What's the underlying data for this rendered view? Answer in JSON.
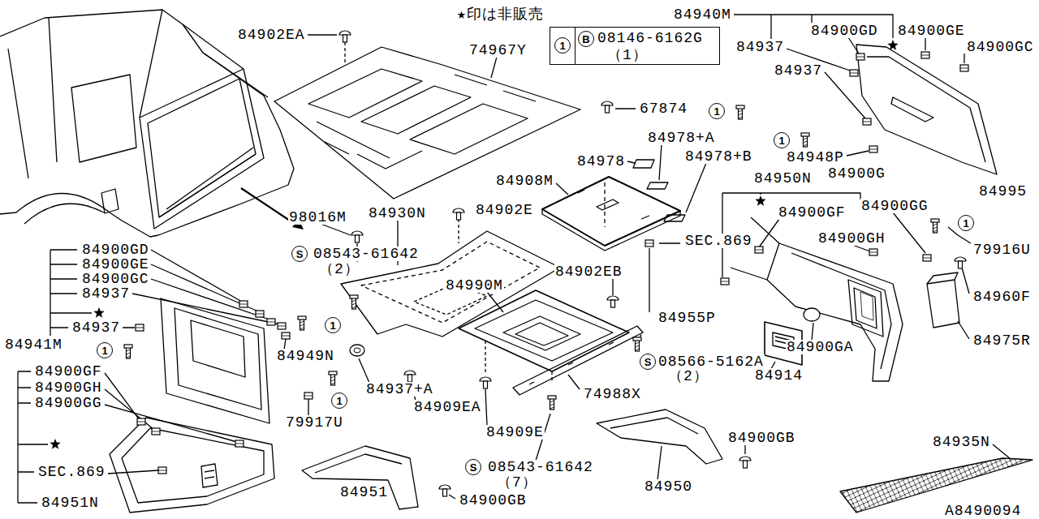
{
  "diagram": {
    "nodes": [
      {
        "text": [
          "08146-6162G",
          "（1）"
        ]
      },
      {
        "text": [
          "1"
        ],
        "in": 0
      },
      {
        "text": [
          "B"
        ],
        "in": 0
      },
      {
        "text": [
          "1"
        ]
      },
      {
        "text": [
          "1"
        ]
      },
      {
        "text": [
          "1"
        ]
      },
      {
        "text": [
          "S"
        ]
      },
      {
        "text": [
          "1"
        ]
      },
      {
        "text": [
          "1"
        ]
      },
      {
        "text": [
          "S"
        ]
      },
      {
        "text": [
          "1"
        ]
      },
      {
        "text": [
          "S"
        ]
      }
    ],
    "labels": [
      "★印は非販売",
      "84902EA",
      "74967Y",
      "84940M",
      "84900GD",
      "84900GE",
      "84900GC",
      "84937",
      "84937",
      "67874",
      "84978+A",
      "84978",
      "84978+B",
      "84948P",
      "84900G",
      "84950N",
      "84908M",
      "84995",
      "84900GG",
      "84930N",
      "84902E",
      "98016M",
      "84900GF",
      "84900GH",
      "SEC.869",
      "79916U",
      "84900GD",
      "84900GE",
      "84900GC",
      "84937",
      "08543-61642",
      "（2）",
      "84902EB",
      "84990M",
      "84960F",
      "84955P",
      "84937",
      "84975R",
      "84941M",
      "84900GA",
      "84949N",
      "08566-5162A",
      "（2）",
      "84900GF",
      "84914",
      "84900GH",
      "84937+A",
      "74988X",
      "84900GG",
      "84909EA",
      "79917U",
      "84909E",
      "84900GB",
      "84935N",
      "08543-61642",
      "（7）",
      "SEC.869",
      "84950",
      "84951",
      "84900GB",
      "84951N",
      "A8490094"
    ]
  }
}
